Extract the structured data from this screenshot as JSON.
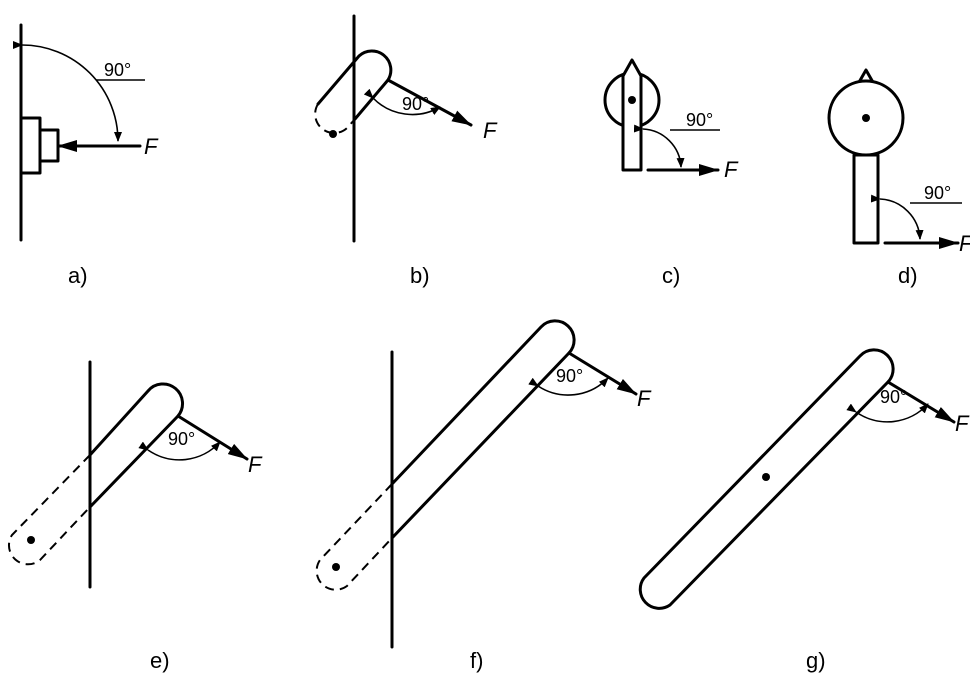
{
  "figures": [
    {
      "id": "a",
      "caption": "a)",
      "angle": "90°",
      "force": "F"
    },
    {
      "id": "b",
      "caption": "b)",
      "angle": "90°",
      "force": "F"
    },
    {
      "id": "c",
      "caption": "c)",
      "angle": "90°",
      "force": "F"
    },
    {
      "id": "d",
      "caption": "d)",
      "angle": "90°",
      "force": "F"
    },
    {
      "id": "e",
      "caption": "e)",
      "angle": "90°",
      "force": "F"
    },
    {
      "id": "f",
      "caption": "f)",
      "angle": "90°",
      "force": "F"
    },
    {
      "id": "g",
      "caption": "g)",
      "angle": "90°",
      "force": "F"
    }
  ],
  "colors": {
    "ink": "#000000",
    "background": "#ffffff"
  }
}
